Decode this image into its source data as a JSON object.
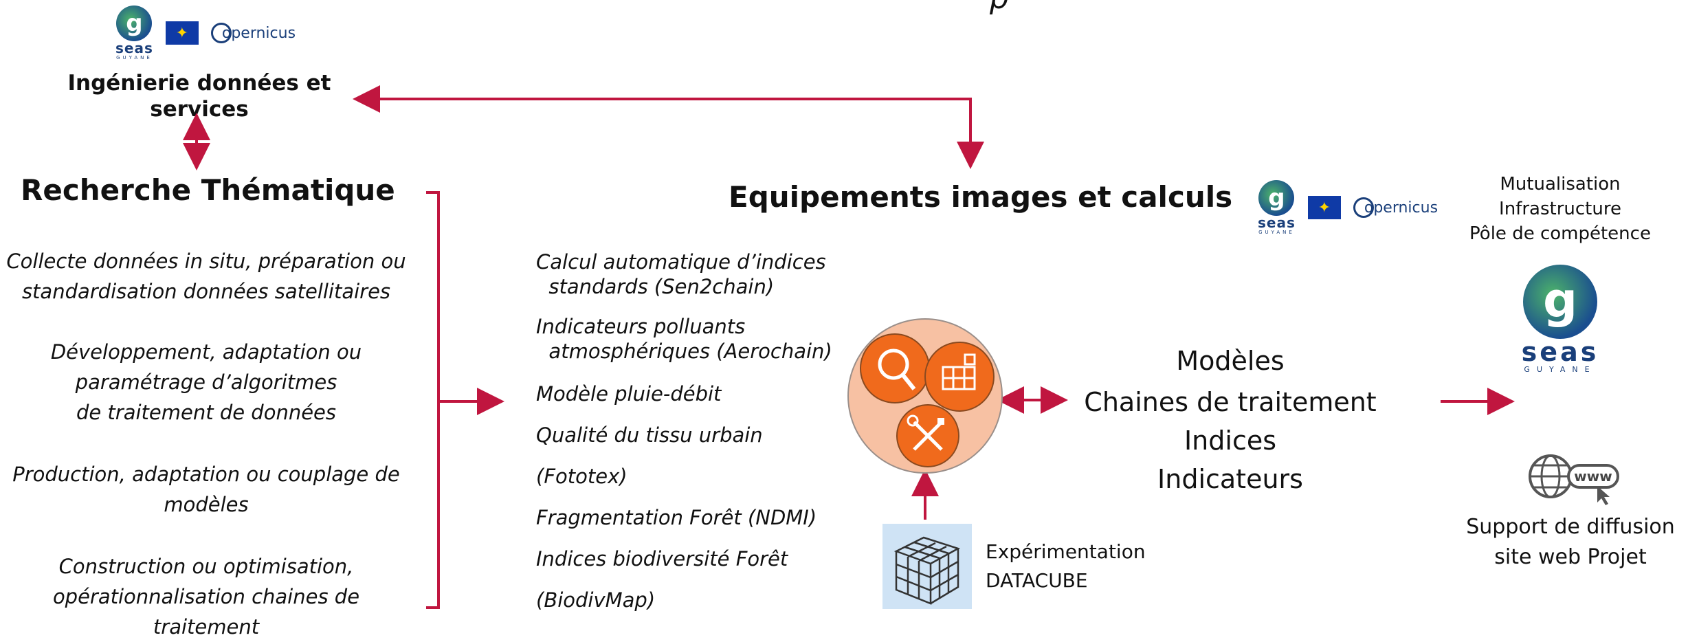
{
  "top_title": "p",
  "logos": {
    "seas_word": "seas",
    "seas_sub": "GUYANE",
    "copernicus": "opernicus",
    "seas_large_word": "seas",
    "seas_large_sub": "GUYANE",
    "www": "www"
  },
  "ingenierie": {
    "line1": "Ingénierie données et",
    "line2": "services"
  },
  "recherche": {
    "title": "Recherche Thématique",
    "items": [
      "Collecte données in situ, préparation ou",
      "standardisation données satellitaires",
      "Développement, adaptation ou",
      "paramétrage d’algoritmes",
      "de traitement de données",
      "Production, adaptation ou couplage de",
      "modèles",
      "Construction ou optimisation,",
      "opérationnalisation chaines de traitement"
    ]
  },
  "equipements": {
    "title": "Equipements images et calculs",
    "items": [
      "Calcul automatique d’indices",
      "  standards (Sen2chain)",
      "Indicateurs polluants",
      "  atmosphériques (Aerochain)",
      "Modèle pluie-débit",
      "Qualité du tissu urbain",
      "(Fototex)",
      "Fragmentation Forêt (NDMI)",
      "Indices biodiversité Forêt",
      "(BiodivMap)"
    ]
  },
  "datacube": {
    "line1": "Expérimentation",
    "line2": "DATACUBE"
  },
  "outputs": [
    "Modèles",
    "Chaines de traitement",
    "Indices",
    "Indicateurs"
  ],
  "mutualisation": [
    "Mutualisation",
    "Infrastructure",
    "Pôle de compétence"
  ],
  "support": [
    "Support de diffusion",
    "site web Projet"
  ],
  "colors": {
    "arrow": "#c0163f",
    "circle_bg": "#f7c1a3",
    "circle_icon": "#f06a1c",
    "cube_bg": "#cfe3f5"
  }
}
